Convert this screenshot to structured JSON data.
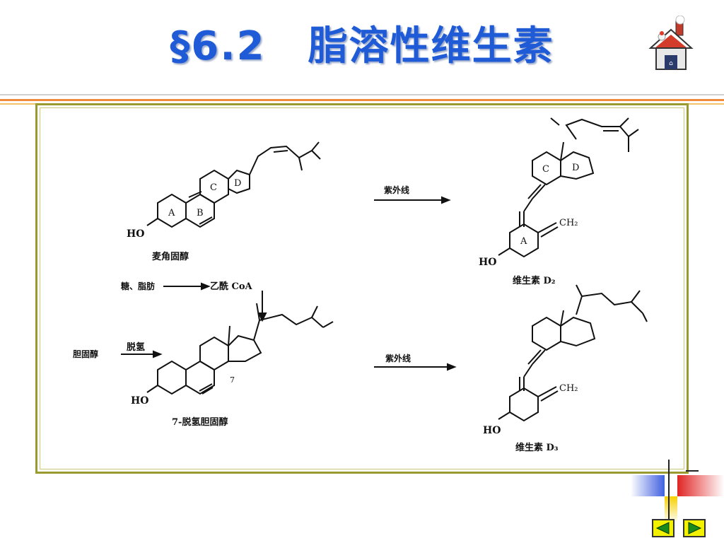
{
  "title": {
    "section": "§6.2",
    "text": "脂溶性维生素"
  },
  "colors": {
    "title": "#1f5bd6",
    "frame_border": "#9a9a2e",
    "nav_button": "#f2f200",
    "rule_orange": "#f08a3c",
    "rule_red": "#e02424"
  },
  "diagram": {
    "ergosterol": {
      "name": "麦角固醇",
      "ring_a": "A",
      "ring_b": "B",
      "ring_c": "C",
      "ring_d": "D",
      "ho": "HO"
    },
    "uv_arrow_top": "紫外线",
    "vitamin_d2": {
      "name": "维生素 D₂",
      "ring_a": "A",
      "ring_c": "C",
      "ring_d": "D",
      "ho": "HO",
      "ch2": "CH₂"
    },
    "acetyl_line": {
      "source": "糖、脂肪",
      "product": "乙酰 CoA"
    },
    "dehydro": {
      "precursor": "胆固醇",
      "step": "脱氢",
      "position": "7",
      "ho": "HO",
      "name": "7-脱氢胆固醇"
    },
    "uv_arrow_bottom": "紫外线",
    "vitamin_d3": {
      "name": "维生素 D₃",
      "ho": "HO",
      "ch2": "CH₂"
    }
  },
  "icons": {
    "home": "home-icon",
    "prev": "triangle-left-icon",
    "next": "triangle-right-icon"
  }
}
